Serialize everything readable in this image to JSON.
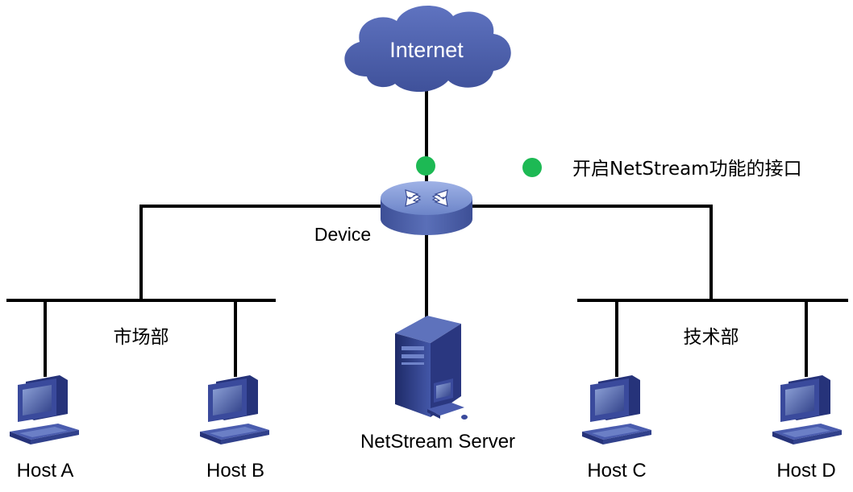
{
  "internet_label": "Internet",
  "device_label": "Device",
  "legend": {
    "text": "开启NetStream功能的接口",
    "dot_color": "#1db954"
  },
  "segments": {
    "left": "市场部",
    "right": "技术部"
  },
  "server_label": "NetStream Server",
  "hosts": [
    "Host A",
    "Host B",
    "Host C",
    "Host D"
  ],
  "colors": {
    "cloud": "#4b5fa8",
    "cloud_text": "#ffffff",
    "router": "#6e86c8",
    "line": "#000000",
    "interface_dot": "#1db954",
    "pc": "#3a4a9c"
  }
}
